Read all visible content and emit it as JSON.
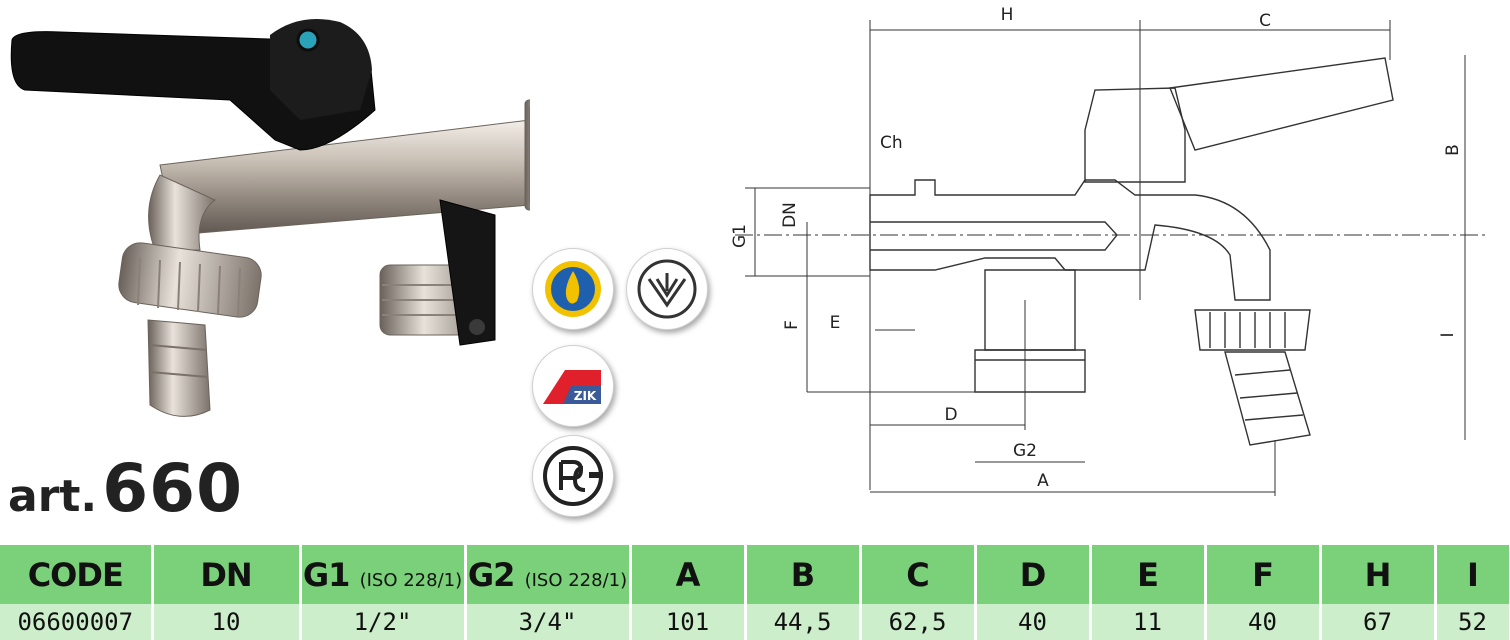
{
  "article": {
    "prefix": "art.",
    "number": "660"
  },
  "certifications": {
    "badges": [
      {
        "id": "badge-1",
        "icon": "water-drop-certification-icon",
        "color": "#1e5fae",
        "accent": "#f2c200"
      },
      {
        "id": "badge-2",
        "icon": "ukr-sepro-certification-icon",
        "color": "#333333"
      },
      {
        "id": "badge-3",
        "icon": "zik-certification-icon",
        "text": "ZIK",
        "color": "#e0202a",
        "accent": "#3a5a9a"
      },
      {
        "id": "badge-4",
        "icon": "rst-certification-icon",
        "color": "#222222"
      }
    ]
  },
  "drawing": {
    "labels": {
      "H": "H",
      "C": "C",
      "B": "B",
      "Ch": "Ch",
      "G1": "G1",
      "DN": "DN",
      "F": "F",
      "E": "E",
      "I": "I",
      "D": "D",
      "G2": "G2",
      "A": "A"
    }
  },
  "table": {
    "headers": [
      {
        "main": "CODE",
        "sub": ""
      },
      {
        "main": "DN",
        "sub": ""
      },
      {
        "main": "G1",
        "sub": "(ISO 228/1)"
      },
      {
        "main": "G2",
        "sub": "(ISO 228/1)"
      },
      {
        "main": "A",
        "sub": ""
      },
      {
        "main": "B",
        "sub": ""
      },
      {
        "main": "C",
        "sub": ""
      },
      {
        "main": "D",
        "sub": ""
      },
      {
        "main": "E",
        "sub": ""
      },
      {
        "main": "F",
        "sub": ""
      },
      {
        "main": "H",
        "sub": ""
      },
      {
        "main": "I",
        "sub": ""
      }
    ],
    "rows": [
      [
        "06600007",
        "10",
        "1/2\"",
        "3/4\"",
        "101",
        "44,5",
        "62,5",
        "40",
        "11",
        "40",
        "67",
        "52"
      ]
    ],
    "colors": {
      "header_bg": "#7ad17a",
      "row_bg": "#cdeecb"
    }
  }
}
